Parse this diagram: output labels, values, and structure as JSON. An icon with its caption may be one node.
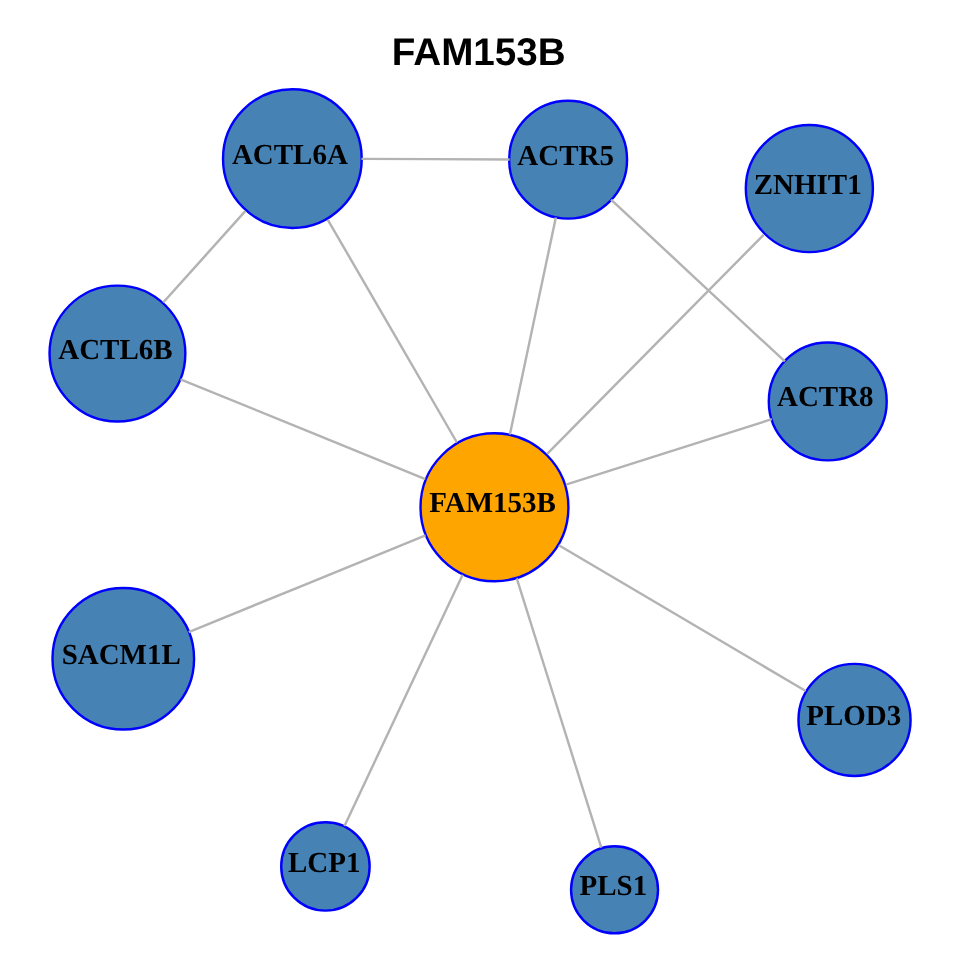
{
  "diagram": {
    "title": "FAM153B",
    "nodes": [
      {
        "text": [
          "ZNHIT1"
        ]
      },
      {
        "text": [
          "PLS1"
        ]
      },
      {
        "text": [
          "PLOD3"
        ]
      },
      {
        "text": [
          "SACM1L"
        ]
      },
      {
        "text": [
          "FAM153B"
        ]
      },
      {
        "text": [
          "LCP1"
        ]
      },
      {
        "text": [
          "ACTR8"
        ]
      },
      {
        "text": [
          "ACTR5"
        ]
      },
      {
        "text": [
          "ACTL6B"
        ]
      },
      {
        "text": [
          "ACTL6A"
        ]
      }
    ],
    "edges": [
      {
        "from": 4,
        "to": 0,
        "arrow": "none"
      },
      {
        "from": 4,
        "to": 1,
        "arrow": "none"
      },
      {
        "from": 4,
        "to": 2,
        "arrow": "none"
      },
      {
        "from": 4,
        "to": 3,
        "arrow": "none"
      },
      {
        "from": 4,
        "to": 5,
        "arrow": "none"
      },
      {
        "from": 4,
        "to": 6,
        "arrow": "none"
      },
      {
        "from": 4,
        "to": 7,
        "arrow": "none"
      },
      {
        "from": 4,
        "to": 8,
        "arrow": "none"
      },
      {
        "from": 4,
        "to": 9,
        "arrow": "none"
      },
      {
        "from": 6,
        "to": 7,
        "arrow": "none"
      },
      {
        "from": 7,
        "to": 9,
        "arrow": "none"
      },
      {
        "from": 9,
        "to": 8,
        "arrow": "none"
      }
    ]
  }
}
